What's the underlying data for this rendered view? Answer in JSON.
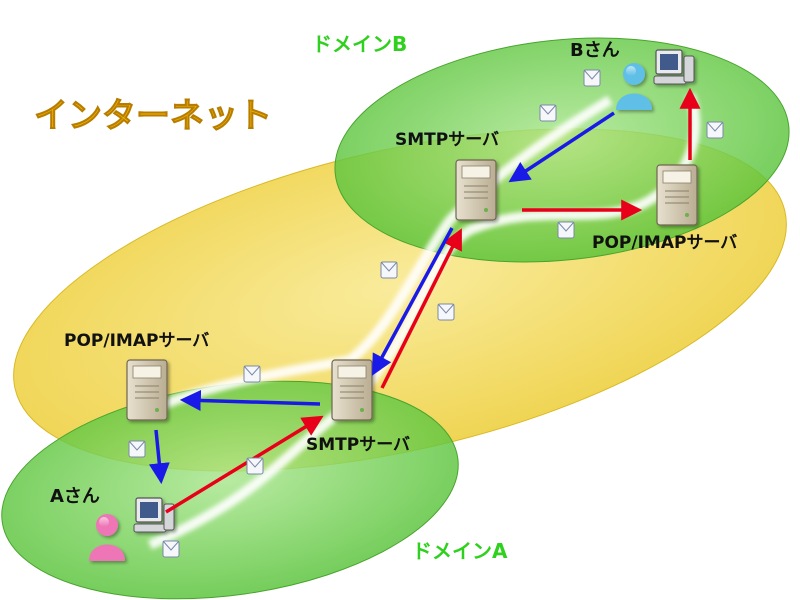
{
  "title": "インターネット",
  "domains": {
    "a": "ドメインA",
    "b": "ドメインB"
  },
  "users": {
    "a": "Aさん",
    "b": "Bさん"
  },
  "servers": {
    "smtp_a": "SMTPサーバ",
    "pop_a": "POP/IMAPサーバ",
    "smtp_b": "SMTPサーバ",
    "pop_b": "POP/IMAPサーバ"
  },
  "colors": {
    "internet": "#f2dc52",
    "domain": "#7fd35c",
    "title": "#f2b400",
    "domain_label": "#2fd01e",
    "send_arrow": "#e8001a",
    "receive_arrow": "#1a1ae8",
    "user_a": "#ee74b6",
    "user_b": "#5fbfe6"
  },
  "icons": {
    "server": "server-icon",
    "pc": "pc-icon",
    "user": "person-icon",
    "mail": "envelope-icon"
  }
}
